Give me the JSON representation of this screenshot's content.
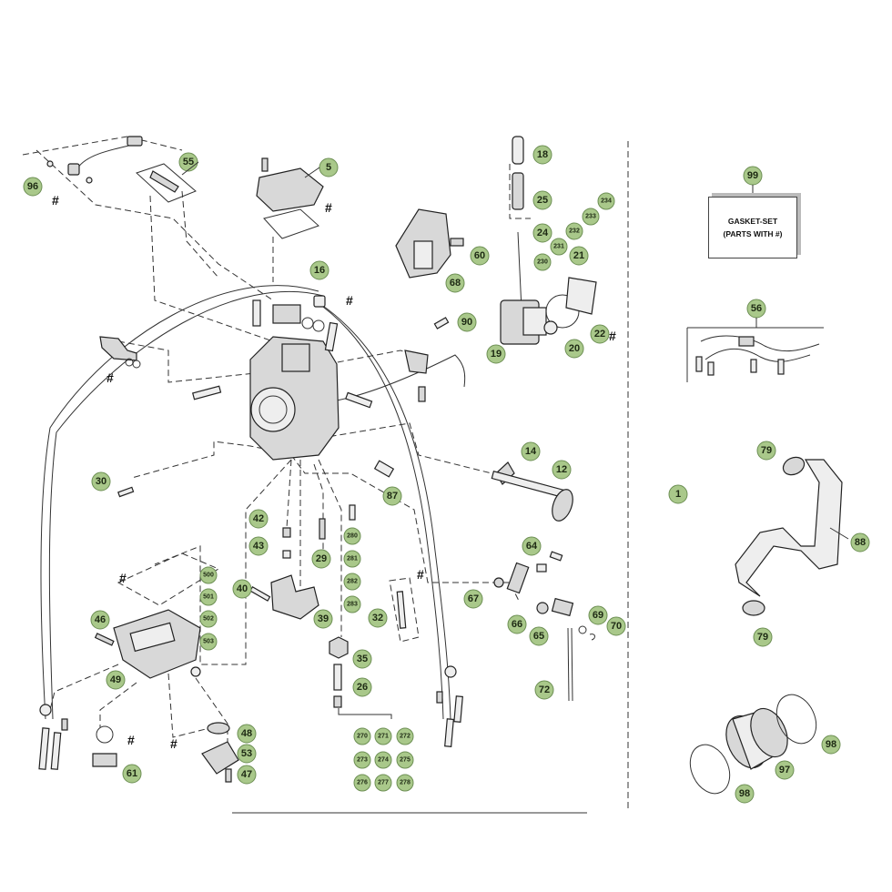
{
  "labels": {
    "p1": "1",
    "p5": "5",
    "p12": "12",
    "p14": "14",
    "p16": "16",
    "p18": "18",
    "p19": "19",
    "p20": "20",
    "p21": "21",
    "p22": "22",
    "p24": "24",
    "p25": "25",
    "p26": "26",
    "p29": "29",
    "p30": "30",
    "p32": "32",
    "p35": "35",
    "p39": "39",
    "p40": "40",
    "p42": "42",
    "p43": "43",
    "p46": "46",
    "p47": "47",
    "p48": "48",
    "p49": "49",
    "p53": "53",
    "p55": "55",
    "p56": "56",
    "p60": "60",
    "p61": "61",
    "p64": "64",
    "p65": "65",
    "p66": "66",
    "p67": "67",
    "p68": "68",
    "p69": "69",
    "p70": "70",
    "p72": "72",
    "p79a": "79",
    "p79b": "79",
    "p87": "87",
    "p88": "88",
    "p90": "90",
    "p96": "96",
    "p97": "97",
    "p98a": "98",
    "p98b": "98",
    "p99": "99",
    "p230": "230",
    "p231": "231",
    "p232": "232",
    "p233": "233",
    "p234": "234",
    "p270": "270",
    "p271": "271",
    "p272": "272",
    "p273": "273",
    "p274": "274",
    "p275": "275",
    "p276": "276",
    "p277": "277",
    "p278": "278",
    "p280": "280",
    "p281": "281",
    "p282": "282",
    "p283": "283",
    "p500": "500",
    "p501": "501",
    "p502": "502",
    "p503": "503"
  },
  "gasket_set": {
    "title": "GASKET-SET",
    "subtitle": "(PARTS WITH #)"
  },
  "marks": {
    "hash": "#"
  },
  "colors": {
    "badge_fill": "#a9c88a",
    "badge_stroke": "#6d8f54",
    "line": "#333333"
  }
}
